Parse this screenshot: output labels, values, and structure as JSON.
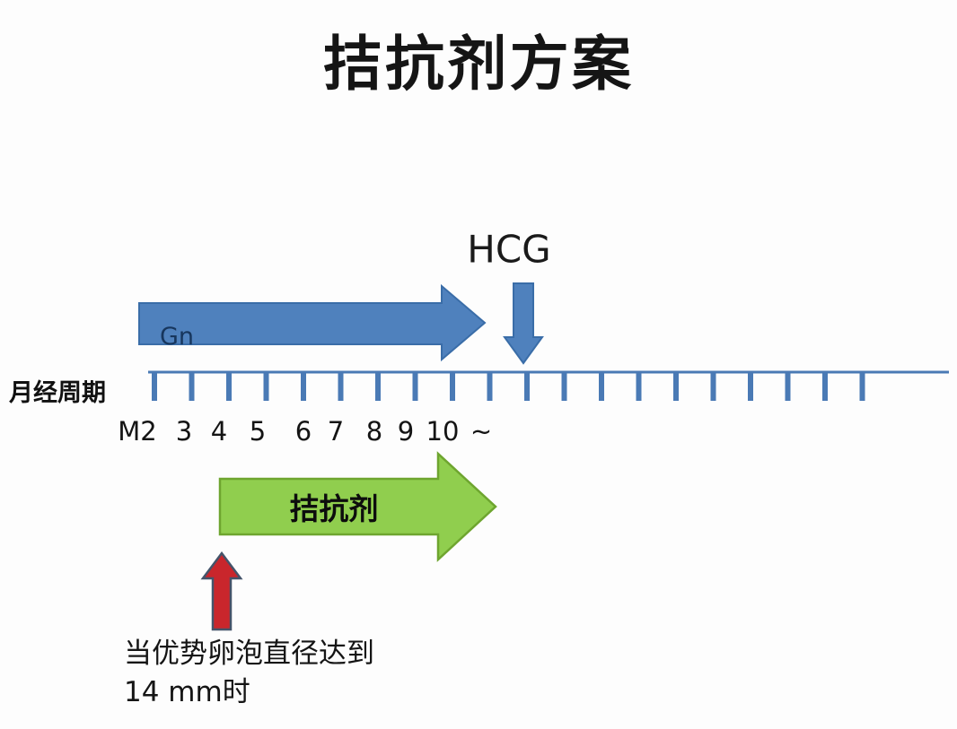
{
  "title": "拮抗剂方案",
  "hcg": {
    "label": "HCG"
  },
  "gn_arrow": {
    "label": "Gn"
  },
  "antagonist_arrow": {
    "label": "拮抗剂"
  },
  "timeline": {
    "axis_label": "月经周期",
    "tick_count": 20,
    "tick_labels": [
      "M2",
      "3",
      "4",
      "5",
      "6",
      "7",
      "8",
      "9",
      "10",
      "~"
    ]
  },
  "annotation": {
    "line1": "当优势卵泡直径达到",
    "line2": "14 mm时"
  },
  "colors": {
    "blue_fill": "#4F81BD",
    "blue_border": "#3A6DA8",
    "green_fill": "#90CE4E",
    "green_border": "#6EA52F",
    "red_fill": "#C9262C",
    "red_border": "#44546A",
    "timeline": "#4A7AB5"
  }
}
